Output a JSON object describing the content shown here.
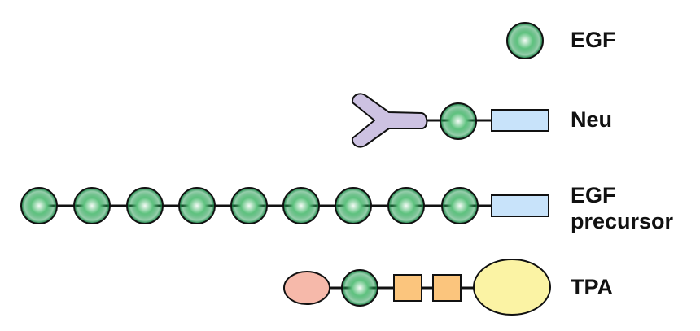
{
  "labels": {
    "egf": "EGF",
    "neu": "Neu",
    "egf_precursor_line1": "EGF",
    "egf_precursor_line2": "precursor",
    "tpa": "TPA"
  },
  "colors": {
    "egf_domain_center": "#f4fbf6",
    "egf_domain_mid": "#37b05e",
    "egf_domain_edge": "#0e7a3c",
    "neu_receptor": "#cdc2e2",
    "blue_domain": "#c8e3fa",
    "pink_domain": "#f6b9aa",
    "orange_domain": "#fbc57d",
    "yellow_domain": "#fbf3a4",
    "outline": "#111111"
  }
}
